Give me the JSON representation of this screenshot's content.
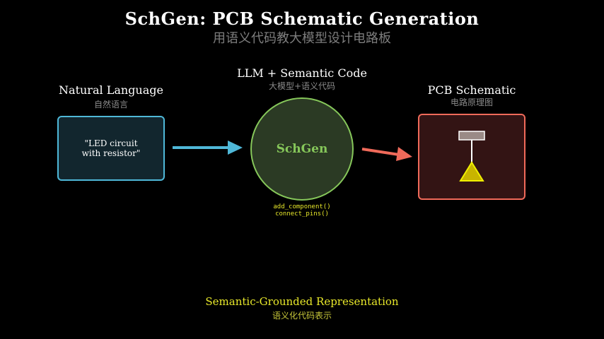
{
  "header": {
    "title": "SchGen: PCB Schematic Generation",
    "subtitle": "用语义代码教大模型设计电路板"
  },
  "stages": {
    "input": {
      "label": "Natural Language",
      "sublabel": "自然语言",
      "example": "\"LED circuit\nwith resistor\""
    },
    "model": {
      "label": "LLM + Semantic Code",
      "sublabel": "大模型+语义代码",
      "name": "SchGen",
      "code": [
        "add_component()",
        "connect_pins()"
      ]
    },
    "output": {
      "label": "PCB Schematic",
      "sublabel": "电路原理图"
    }
  },
  "footer": {
    "label": "Semantic-Grounded Representation",
    "sublabel": "语义化代码表示"
  },
  "colors": {
    "background": "#000000",
    "input_accent": "#4fb8d8",
    "model_accent": "#86c75a",
    "output_accent": "#f06a5a",
    "code": "#e8e82a",
    "resistor": "#9a8a86",
    "led": "#d8c800"
  }
}
